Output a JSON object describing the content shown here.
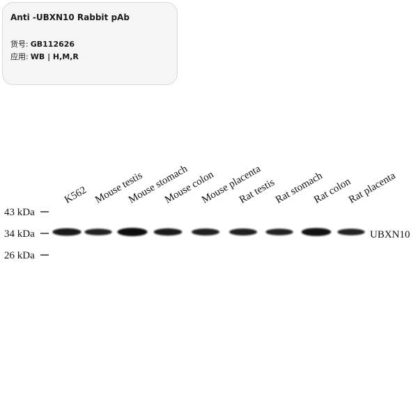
{
  "card": {
    "title": "Anti -UBXN10 Rabbit pAb",
    "catalog_label": "货号:",
    "catalog_value": "GB112626",
    "application_label": "应用:",
    "application_value": "WB | H,M,R"
  },
  "blot": {
    "lanes": [
      {
        "label": "K562",
        "intensity": 0.85
      },
      {
        "label": "Mouse testis",
        "intensity": 0.7
      },
      {
        "label": "Mouse stomach",
        "intensity": 1.0
      },
      {
        "label": "Mouse colon",
        "intensity": 0.8
      },
      {
        "label": "Mouse placenta",
        "intensity": 0.75
      },
      {
        "label": "Rat testis",
        "intensity": 0.75
      },
      {
        "label": "Rat stomach",
        "intensity": 0.7
      },
      {
        "label": "Rat colon",
        "intensity": 0.95
      },
      {
        "label": "Rat placenta",
        "intensity": 0.7
      }
    ],
    "markers": [
      "43 kDa",
      "34 kDa",
      "26 kDa"
    ],
    "band_label": "UBXN10",
    "colors": {
      "band": "#0a0a0a",
      "text": "#111111"
    }
  }
}
